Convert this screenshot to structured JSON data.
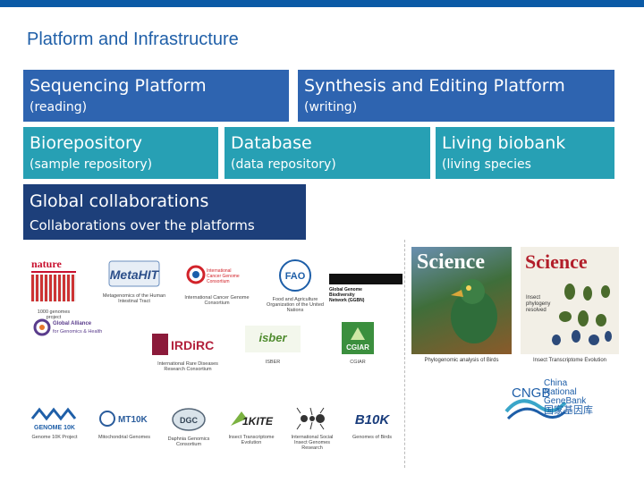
{
  "slide": {
    "title": "Platform and Infrastructure"
  },
  "boxes": {
    "sequencing": {
      "title": "Sequencing Platform",
      "subtitle": "(reading)"
    },
    "synthesis": {
      "title": "Synthesis and Editing Platform",
      "subtitle": "(writing)"
    },
    "biorepository": {
      "title": "Biorepository",
      "subtitle": "(sample repository)"
    },
    "database": {
      "title": "Database",
      "subtitle": "(data repository)"
    },
    "living": {
      "title": "Living biobank",
      "subtitle": "(living species"
    },
    "global": {
      "title": "Global collaborations",
      "subtitle": "Collaborations over the platforms"
    }
  },
  "logos": {
    "nature": {
      "mark": "nature",
      "caption": "1000 genomes project"
    },
    "metahit": {
      "mark": "MetaHIT",
      "caption": "Metagenomics of the Human Intestinal Tract"
    },
    "icgc": {
      "mark": "International Cancer Genome Consortium",
      "caption": "International Cancer Genome Consortium"
    },
    "fao": {
      "mark": "FAO",
      "caption": "Food and Agriculture Organization of the United Nations"
    },
    "ggbn": {
      "mark": "Global Genome Biodiversity Network (GGBN)",
      "caption": "Global Genome Biodiversity Network"
    },
    "ga4gh": {
      "mark": "Global Alliance for Genomics & Health",
      "caption": ""
    },
    "irdirc": {
      "mark": "IRDiRC",
      "caption": "International Rare Diseases Research Consortium"
    },
    "isber": {
      "mark": "isber",
      "caption": "ISBER"
    },
    "cgiar": {
      "mark": "CGIAR",
      "caption": "CGIAR"
    },
    "genome10k": {
      "mark": "GENOME 10K",
      "caption": "Genome 10K Project"
    },
    "mt10k": {
      "mark": "MT10K",
      "caption": "Mitochondrial Genomes"
    },
    "daphnia": {
      "mark": "DGC",
      "caption": "Daphnia Genomics Consortium"
    },
    "1kite": {
      "mark": "1KITE",
      "caption": "Insect Transcriptome Evolution"
    },
    "social": {
      "mark": "Social Insect Genomes",
      "caption": "International Social Insect Genomes Research"
    },
    "b10k": {
      "mark": "B10K",
      "caption": "Genomes of Birds"
    }
  },
  "covers": {
    "left": {
      "mast": "Science",
      "caption": "Phylogenomic analysis of Birds"
    },
    "right": {
      "mast": "Science",
      "headline": "Insect phylogeny resolved",
      "caption": "Insect Transcriptome Evolution"
    }
  },
  "cngb": {
    "mark": "CNGB",
    "line1": "China",
    "line2": "National",
    "line3": "GeneBank",
    "line4": "国家基因库"
  },
  "colors": {
    "blue": "#2e64b0",
    "teal": "#27a0b4",
    "dark": "#1d3f7a",
    "title": "#1f5fa8"
  }
}
